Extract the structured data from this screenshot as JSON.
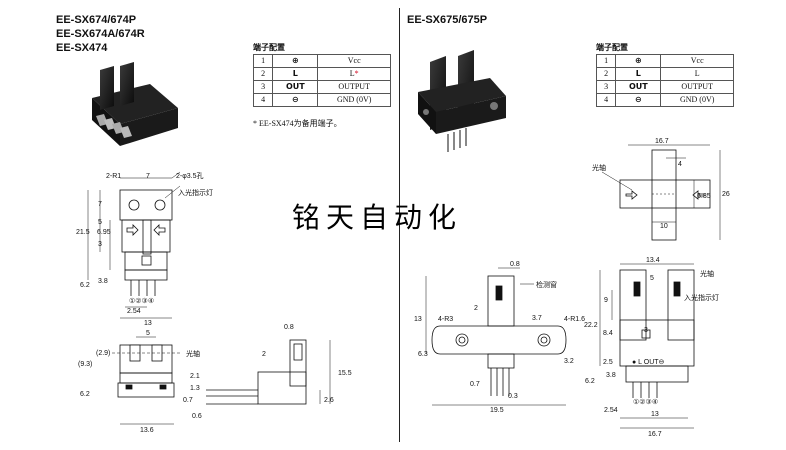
{
  "left": {
    "models": [
      "EE-SX674/674P",
      "EE-SX674A/674R",
      "EE-SX474"
    ],
    "pin_title": "端子配置",
    "pins": [
      {
        "no": "1",
        "sym": "⊕",
        "name": "Vcc",
        "mark": ""
      },
      {
        "no": "2",
        "sym": "L",
        "name": "L",
        "mark": "*"
      },
      {
        "no": "3",
        "sym": "OUT",
        "name": "OUTPUT",
        "mark": ""
      },
      {
        "no": "4",
        "sym": "⊖",
        "name": "GND (0V)",
        "mark": ""
      }
    ],
    "note": "* EE-SX474为备用端子。",
    "dims": {
      "r1": "2-R1",
      "w7": "7",
      "hole": "2-φ3.5孔",
      "indicator": "入光指示灯",
      "d7": "7",
      "d5": "5",
      "d695": "6.95",
      "d215": "21.5",
      "d3": "3",
      "d38": "3.8",
      "d62": "6.2",
      "d254": "2.54",
      "d13": "13",
      "d5b": "5",
      "d29": "(2.9)",
      "d93": "(9.3)",
      "axis": "光轴",
      "d62b": "6.2",
      "d136": "13.6",
      "d08": "0.8",
      "d2": "2",
      "d21": "2.1",
      "d13b": "1.3",
      "d07": "0.7",
      "d06": "0.6",
      "d155": "15.5",
      "d26": "2.6",
      "pins_label": "①②③④"
    }
  },
  "right": {
    "models": [
      "EE-SX675/675P"
    ],
    "pin_title": "端子配置",
    "pins": [
      {
        "no": "1",
        "sym": "⊕",
        "name": "Vcc"
      },
      {
        "no": "2",
        "sym": "L",
        "name": "L"
      },
      {
        "no": "3",
        "sym": "OUT",
        "name": "OUTPUT"
      },
      {
        "no": "4",
        "sym": "⊖",
        "name": "GND (0V)"
      }
    ],
    "dims": {
      "d167": "16.7",
      "axis": "光轴",
      "d4": "4",
      "d635": "6.35",
      "d26": "26",
      "d10": "10",
      "d08": "0.8",
      "window": "检测窗",
      "d2": "2",
      "d13": "13",
      "r3": "4-R3",
      "d37": "3.7",
      "r16": "4-R1.6",
      "d63": "6.3",
      "d32": "3.2",
      "d07": "0.7",
      "d03": "0.3",
      "d195": "19.5",
      "d134": "13.4",
      "d5": "5",
      "axis2": "光轴",
      "indicator": "入光指示灯",
      "d9": "9",
      "d222": "22.2",
      "d84": "8.4",
      "d3": "3",
      "d25": "2.5",
      "d38": "3.8",
      "d62": "6.2",
      "d254": "2.54",
      "d13b": "13",
      "d167b": "16.7",
      "lout": "● L OUT⊖",
      "pins_label": "①②③④"
    }
  },
  "watermark": "铭天自动化"
}
